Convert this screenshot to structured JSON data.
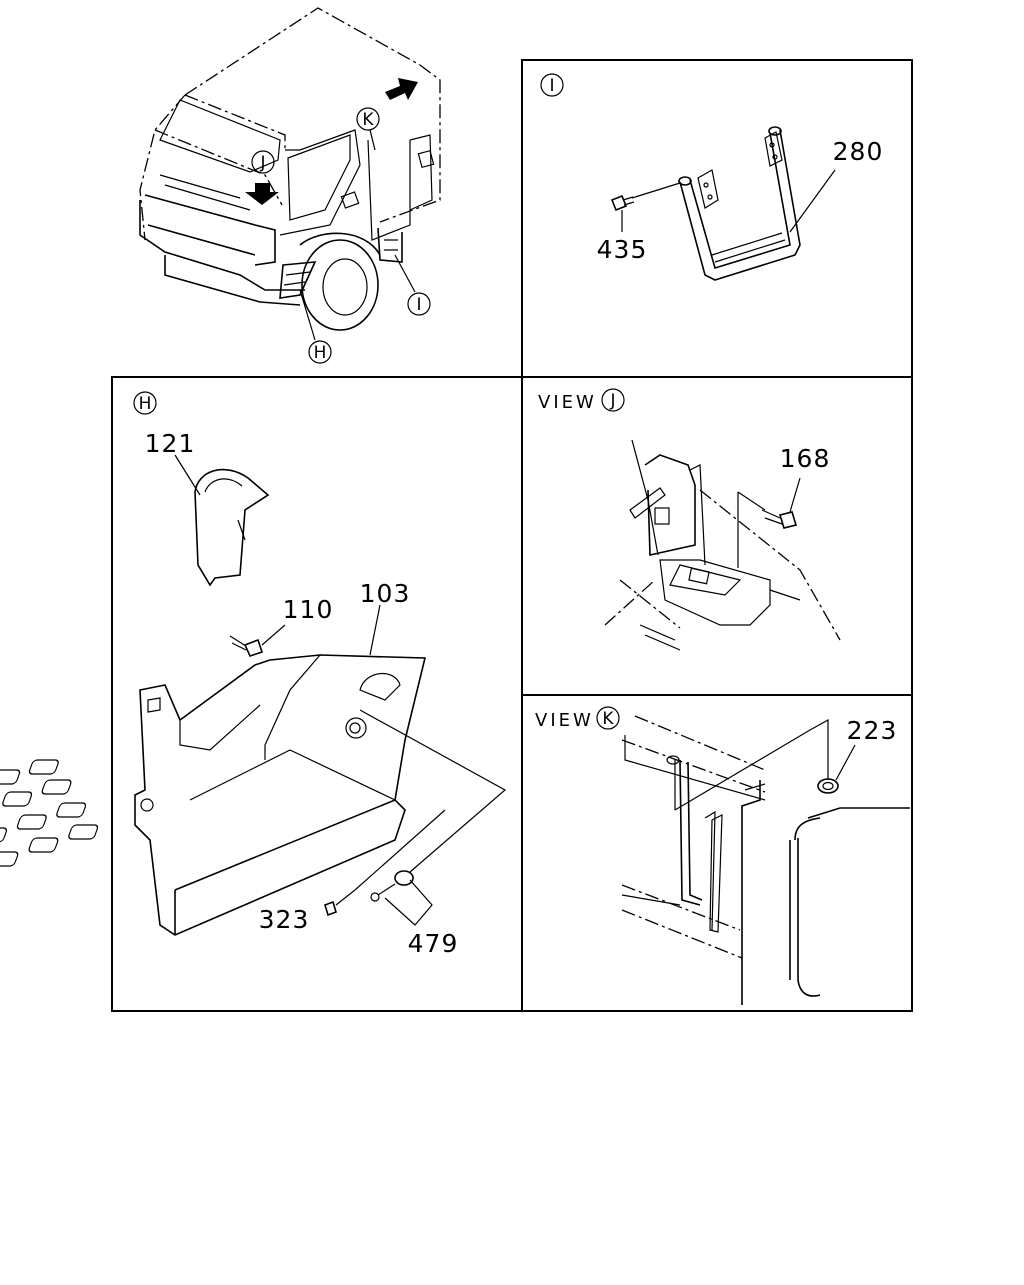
{
  "views": {
    "I": {
      "marker": "I",
      "parts": [
        "435",
        "280"
      ]
    },
    "H": {
      "marker": "H",
      "parts": [
        "121",
        "110",
        "103",
        "323",
        "479"
      ]
    },
    "J": {
      "prefix": "VIEW",
      "marker": "J",
      "parts": [
        "168"
      ]
    },
    "K": {
      "prefix": "VIEW",
      "marker": "K",
      "parts": [
        "223"
      ]
    }
  },
  "overview": {
    "markers": [
      "J",
      "K",
      "I",
      "H"
    ]
  }
}
